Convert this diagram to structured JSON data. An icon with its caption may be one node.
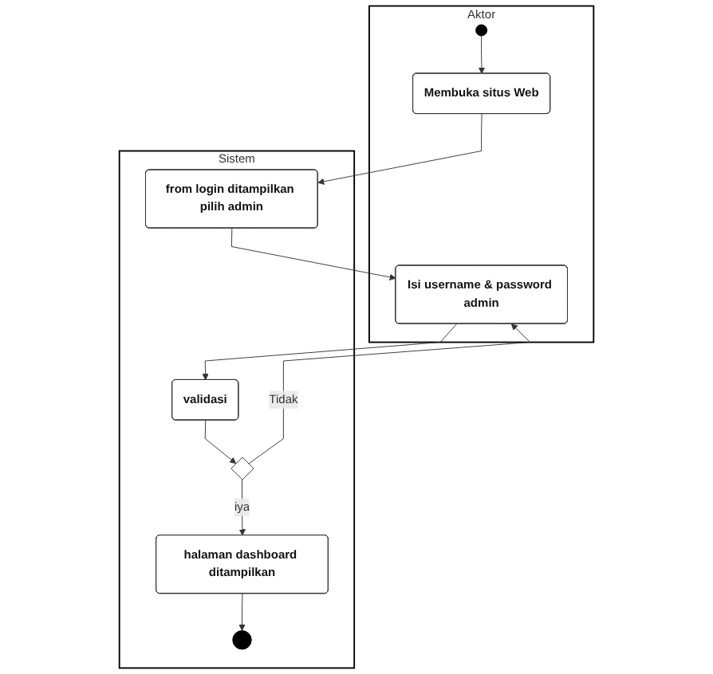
{
  "diagram": {
    "nodes": [
      {
        "text": [
          "Aktor"
        ]
      },
      {
        "text": [
          "Sistem"
        ]
      },
      {
        "text": [],
        "shape": "circle",
        "in": 0
      },
      {
        "text": [
          "Membuka situs Web"
        ],
        "in": 0
      },
      {
        "text": [
          "from login ditampilkan pilih admin"
        ],
        "in": 1
      },
      {
        "text": [
          "Isi username & password admin"
        ],
        "in": 0
      },
      {
        "text": [
          "validasi"
        ],
        "in": 1
      },
      {
        "text": [],
        "shape": "diamond",
        "in": 1
      },
      {
        "text": [
          "halaman dashboard ditampilkan"
        ],
        "in": 1
      },
      {
        "text": [],
        "shape": "circle",
        "in": 1
      }
    ],
    "edges": [
      {
        "from": 2,
        "to": 3,
        "arrow": "to"
      },
      {
        "from": 3,
        "to": 4,
        "arrow": "to"
      },
      {
        "from": 4,
        "to": 5,
        "arrow": "to"
      },
      {
        "from": 5,
        "to": 6,
        "arrow": "to"
      },
      {
        "from": 6,
        "to": 7,
        "arrow": "to"
      },
      {
        "from": 7,
        "to": 5,
        "arrow": "to",
        "label": "Tidak"
      },
      {
        "from": 7,
        "to": 8,
        "arrow": "to",
        "label": "iya"
      },
      {
        "from": 8,
        "to": 9,
        "arrow": "to"
      }
    ]
  }
}
